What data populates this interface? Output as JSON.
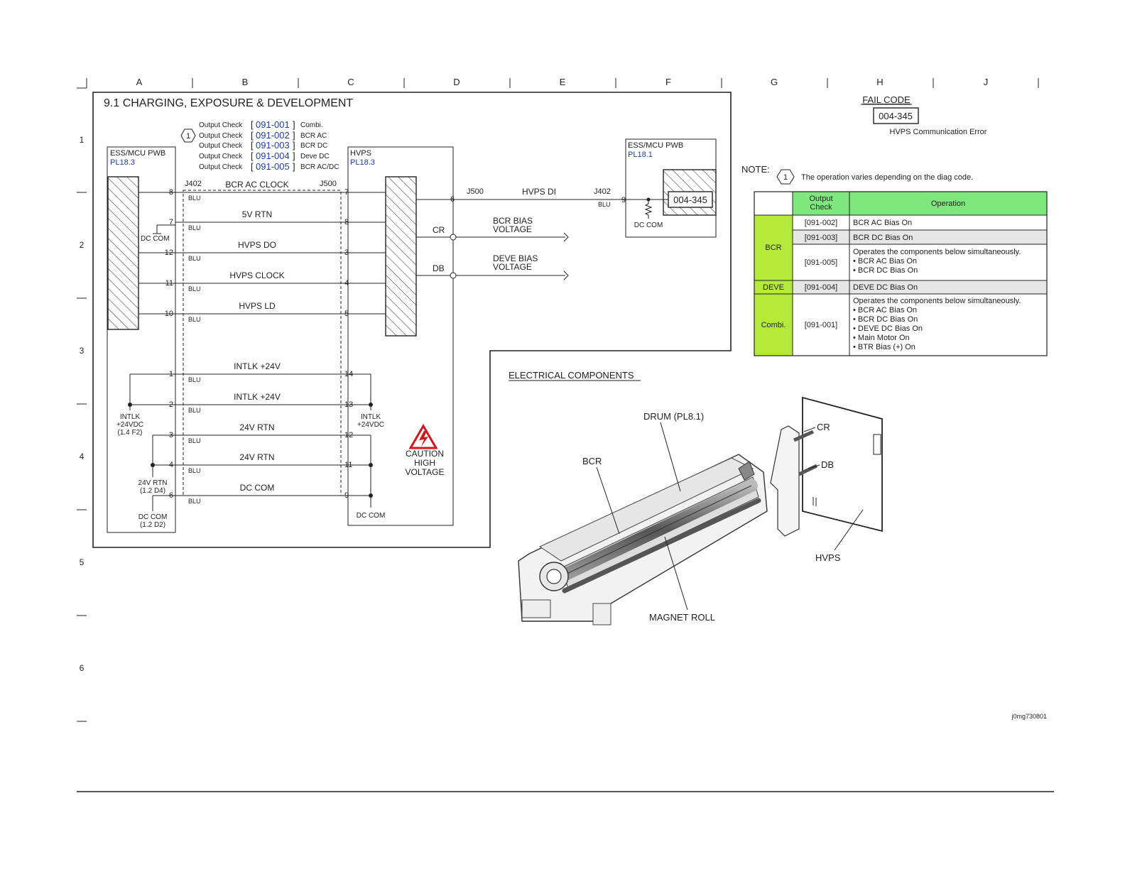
{
  "grid": {
    "columns": [
      "A",
      "B",
      "C",
      "D",
      "E",
      "F",
      "G",
      "H",
      "J"
    ],
    "rows": [
      "1",
      "2",
      "3",
      "4",
      "5",
      "6"
    ]
  },
  "section_title": "9.1 CHARGING, EXPOSURE & DEVELOPMENT",
  "output_checks": {
    "marker": "1",
    "label": "Output Check",
    "items": [
      {
        "code": "091-001",
        "desc": "Combi."
      },
      {
        "code": "091-002",
        "desc": "BCR AC"
      },
      {
        "code": "091-003",
        "desc": "BCR DC"
      },
      {
        "code": "091-004",
        "desc": "Deve DC"
      },
      {
        "code": "091-005",
        "desc": "BCR AC/DC"
      }
    ]
  },
  "left_board": {
    "name": "ESS/MCU PWB",
    "ref": "PL18.3",
    "connector": "J402"
  },
  "hvps_board": {
    "name": "HVPS",
    "ref": "PL18.3",
    "connector": "J500"
  },
  "right_board": {
    "name": "ESS/MCU PWB",
    "ref": "PL18.1",
    "connector": "J402",
    "pin": "9",
    "wire": "BLU",
    "box": "004-345",
    "ground": "DC COM"
  },
  "hvps_output": {
    "connector": "J500",
    "pin": "6",
    "signal": "HVPS DI",
    "cr": "CR",
    "cr_text": [
      "BCR BIAS",
      "VOLTAGE"
    ],
    "db": "DB",
    "db_text": [
      "DEVE BIAS",
      "VOLTAGE"
    ]
  },
  "signals": [
    {
      "name": "BCR AC CLOCK",
      "lpin": "8",
      "rpin": "7",
      "wire": "BLU"
    },
    {
      "name": "5V RTN",
      "lpin": "7",
      "rpin": "8",
      "wire": "BLU"
    },
    {
      "name": "HVPS DO",
      "lpin": "12",
      "rpin": "3",
      "wire": "BLU"
    },
    {
      "name": "HVPS CLOCK",
      "lpin": "11",
      "rpin": "4",
      "wire": "BLU"
    },
    {
      "name": "HVPS LD",
      "lpin": "10",
      "rpin": "5",
      "wire": "BLU"
    },
    {
      "name": "INTLK +24V",
      "lpin": "1",
      "rpin": "14",
      "wire": "BLU"
    },
    {
      "name": "INTLK +24V",
      "lpin": "2",
      "rpin": "13",
      "wire": "BLU"
    },
    {
      "name": "24V RTN",
      "lpin": "3",
      "rpin": "12",
      "wire": "BLU"
    },
    {
      "name": "24V RTN",
      "lpin": "4",
      "rpin": "11",
      "wire": "BLU"
    },
    {
      "name": "DC COM",
      "lpin": "6",
      "rpin": "9",
      "wire": "BLU"
    }
  ],
  "left_labels": {
    "dc_com": "DC COM",
    "intlk": [
      "INTLK",
      "+24VDC",
      "(1.4 F2)"
    ],
    "rtn": [
      "24V RTN",
      "(1.2 D4)"
    ],
    "dccom2": [
      "DC COM",
      "(1.2 D2)"
    ]
  },
  "right_labels": {
    "intlk": [
      "INTLK",
      "+24VDC"
    ],
    "dccom": "DC COM"
  },
  "caution": [
    "CAUTION",
    "HIGH",
    "VOLTAGE"
  ],
  "fail_code": {
    "title": "FAIL CODE",
    "code": "004-345",
    "desc": "HVPS Communication Error"
  },
  "note": {
    "label": "NOTE:",
    "marker": "1",
    "text": "The operation varies depending on the diag code."
  },
  "table": {
    "headers": [
      "Output Check",
      "Operation"
    ],
    "groups": [
      {
        "group": "BCR",
        "rows": [
          {
            "code": "[091-002]",
            "ops": [
              "BCR AC Bias On"
            ]
          },
          {
            "code": "[091-003]",
            "ops": [
              "BCR DC Bias On"
            ]
          },
          {
            "code": "[091-005]",
            "ops": [
              "Operates the components below simultaneously.",
              "• BCR AC Bias On",
              "• BCR DC Bias On"
            ]
          }
        ]
      },
      {
        "group": "DEVE",
        "rows": [
          {
            "code": "[091-004]",
            "ops": [
              "DEVE DC Bias On"
            ]
          }
        ]
      },
      {
        "group": "Combi.",
        "rows": [
          {
            "code": "[091-001]",
            "ops": [
              "Operates the components below simultaneously.",
              "• BCR AC Bias On",
              "• BCR DC Bias On",
              "• DEVE DC Bias On",
              "• Main Motor On",
              "• BTR Bias (+) On"
            ]
          }
        ]
      }
    ]
  },
  "electrical": {
    "title": "ELECTRICAL COMPONENTS",
    "labels": {
      "drum": "DRUM (PL8.1)",
      "bcr": "BCR",
      "cr": "CR",
      "db": "DB",
      "hvps": "HVPS",
      "magnet": "MAGNET ROLL"
    }
  },
  "image_id": "j0mg730801"
}
